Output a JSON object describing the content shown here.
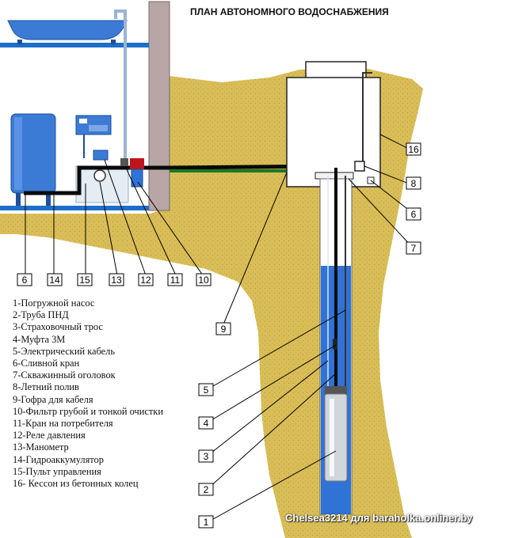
{
  "title": "ПЛАН АВТОНОМНОГО ВОДОСНАБЖЕНИЯ",
  "colors": {
    "soil": "#d9bd57",
    "water": "#2f73d6",
    "pipe_main": "#0a0a0a",
    "pipe_green": "#1a7a22",
    "pipe_blue": "#1c6fc9",
    "wall": "#b8a6a6",
    "accumulator": "#3b7bd6",
    "filter": "#c0141b",
    "pump": "#cfd6dc"
  },
  "callouts": [
    "1",
    "2",
    "3",
    "4",
    "5",
    "6",
    "6",
    "7",
    "8",
    "9",
    "10",
    "11",
    "12",
    "13",
    "14",
    "15",
    "16"
  ],
  "legend": [
    "1-Погружной насос",
    "2-Труба ПНД",
    "3-Страховочный трос",
    "4-Муфта 3М",
    "5-Электрический кабель",
    "6-Сливной кран",
    "7-Скважинный оголовок",
    "8-Летний полив",
    "9-Гофра для кабеля",
    "10-Фильтр грубой и тонкой очистки",
    "11-Кран на потребителя",
    "12-Реле давления",
    "13-Манометр",
    "14-Гидроаккумулятор",
    "15-Пульт управления",
    "16- Кессон из бетонных колец"
  ],
  "watermark": "Chelsea3214 для baraholka.onliner.by"
}
